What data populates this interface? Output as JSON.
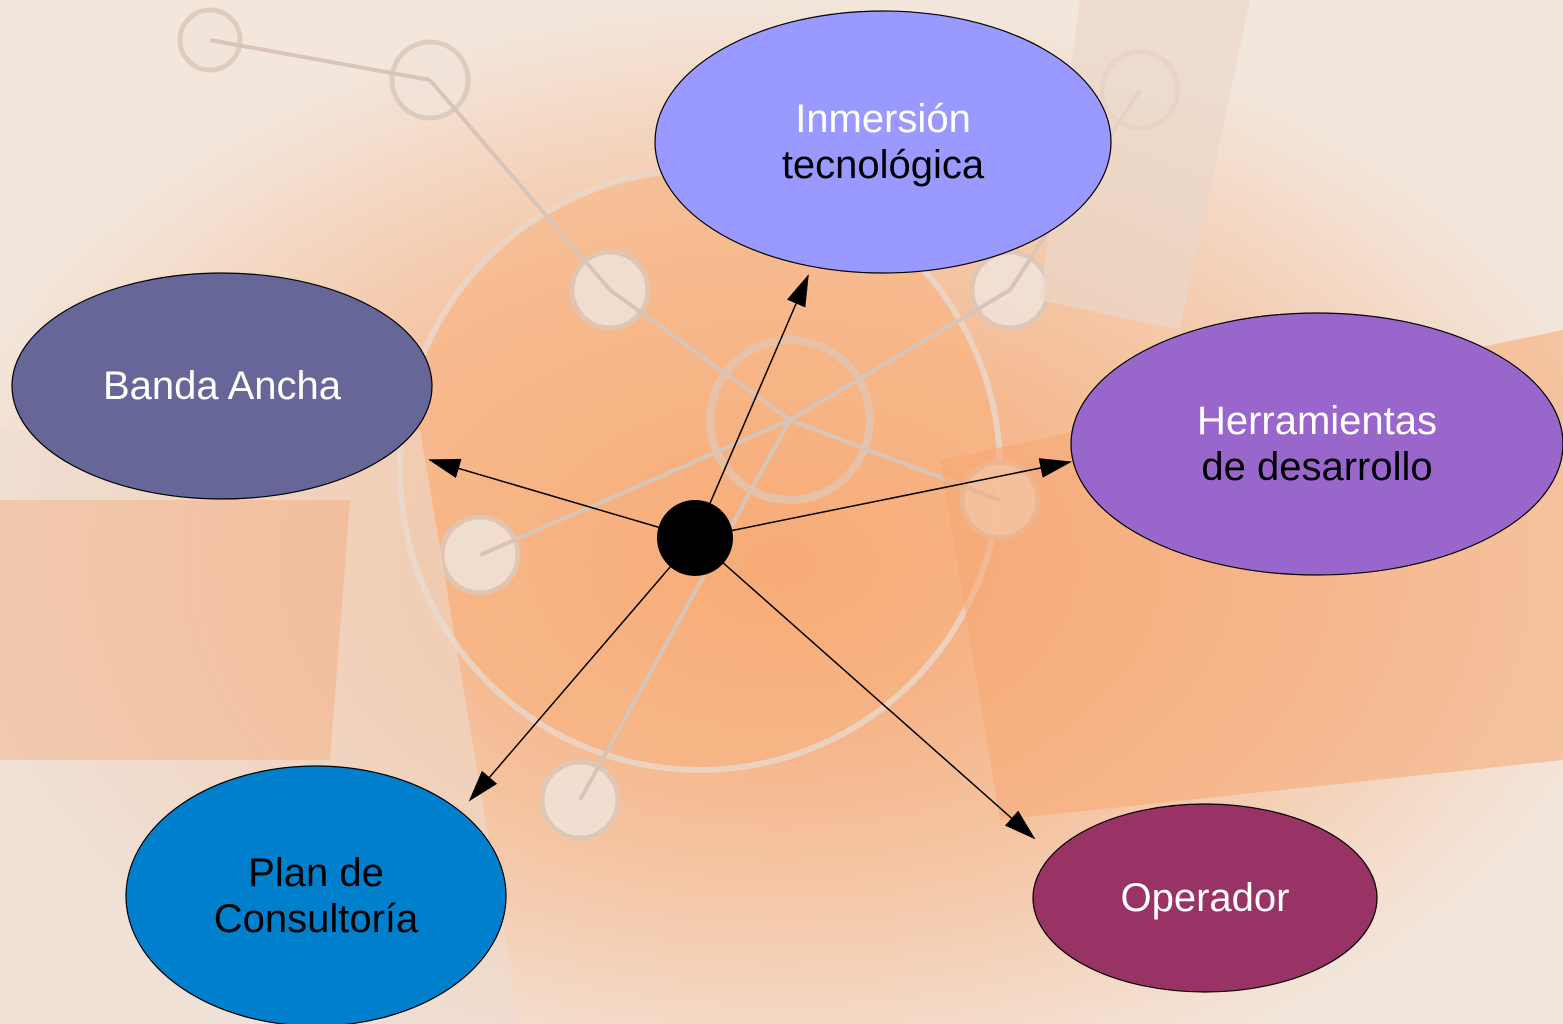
{
  "colors": {
    "node_inmersion": "#9999ff",
    "node_banda": "#666699",
    "node_herramientas": "#9966cc",
    "node_plan": "#0080cc",
    "node_operador": "#993366",
    "hub": "#000000",
    "connector": "#000000",
    "label_light": "#ffffff",
    "label_dark": "#000000"
  },
  "nodes": {
    "inmersion": {
      "lines": [
        "Inmersión",
        "tecnológica"
      ]
    },
    "banda": {
      "lines": [
        "Banda Ancha"
      ]
    },
    "herramientas": {
      "lines": [
        "Herramientas",
        "de desarrollo"
      ]
    },
    "plan": {
      "lines": [
        "Plan de",
        "Consultoría"
      ]
    },
    "operador": {
      "lines": [
        "Operador"
      ]
    }
  }
}
